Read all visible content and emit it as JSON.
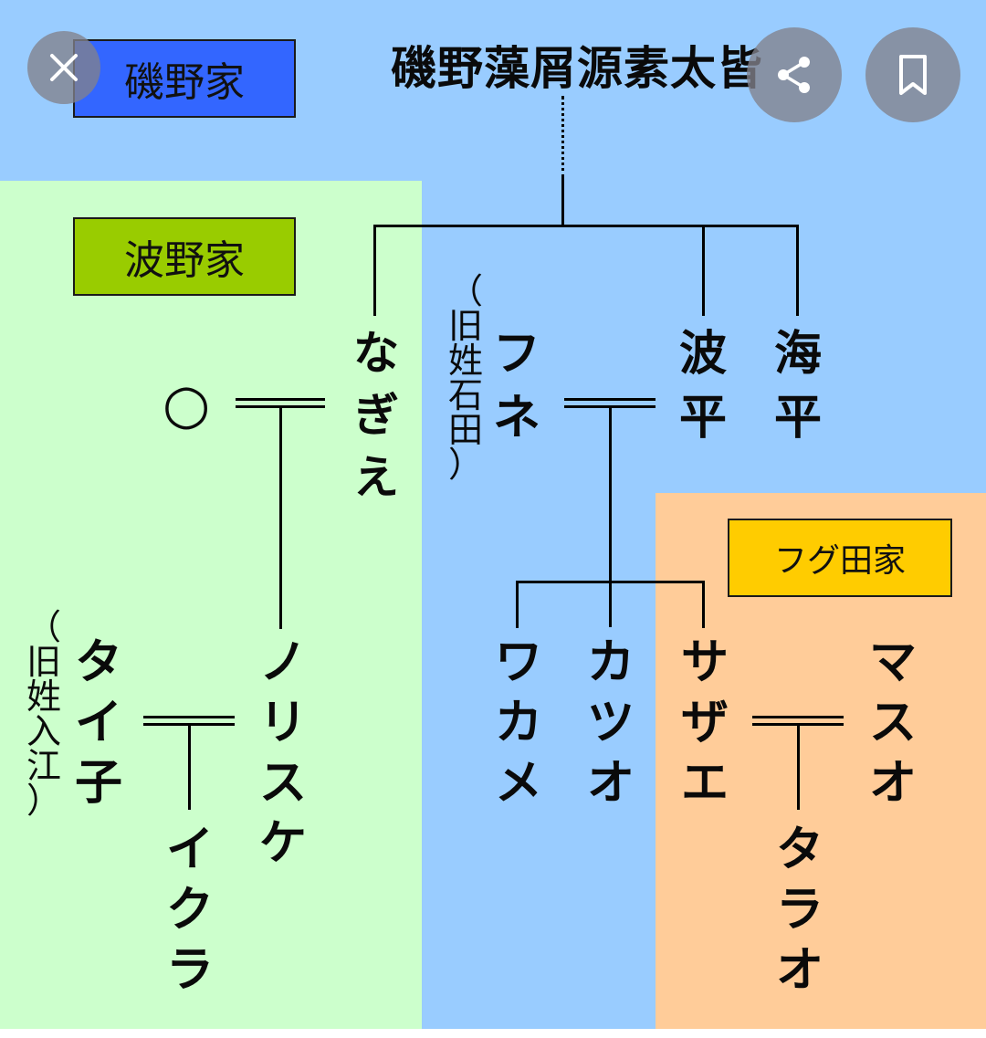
{
  "colors": {
    "isono_bg": "#99ccff",
    "namino_bg": "#ccffcc",
    "fuguta_bg": "#ffcc99",
    "isono_label": "#3366ff",
    "namino_label": "#99cc00",
    "fuguta_label": "#ffcc00"
  },
  "families": {
    "isono": "磯野家",
    "namino": "波野家",
    "fuguta": "フグ田家"
  },
  "ancestor": "磯野藻屑源素太皆",
  "people": {
    "nagie": "なぎえ",
    "fune": "フネ",
    "fune_maiden": "（旧姓石田）",
    "namihei": "波平",
    "umihei": "海平",
    "unknown": "○",
    "norisuke": "ノリスケ",
    "taiko": "タイ子",
    "taiko_maiden": "（旧姓入江）",
    "ikura": "イクラ",
    "wakame": "ワカメ",
    "katsuo": "カツオ",
    "sazae": "サザエ",
    "masuo": "マスオ",
    "tarao": "タラオ"
  },
  "icons": {
    "close": "close-icon",
    "share": "share-icon",
    "bookmark": "bookmark-icon"
  }
}
